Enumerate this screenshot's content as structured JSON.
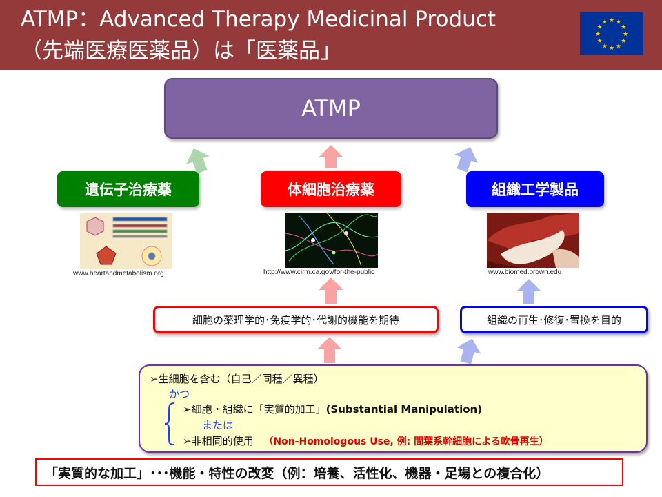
{
  "header": {
    "title_line1": "ATMP：Advanced Therapy Medicinal Product",
    "title_line2": "（先端医療医薬品）は「医薬品」",
    "flag": {
      "icon": "eu-flag-icon",
      "background": "#003399",
      "star_color": "#ffcc00"
    }
  },
  "top_box": {
    "label": "ATMP",
    "color": "#8064a2"
  },
  "categories": [
    {
      "label": "遺伝子治療薬",
      "color": "#008000",
      "credit": "www.heartandmetabolism.org"
    },
    {
      "label": "体細胞治療薬",
      "color": "#ff0000",
      "credit": "http://www.cirm.ca.gov/for-the-public"
    },
    {
      "label": "組織工学製品",
      "color": "#0000ff",
      "credit": "www.biomed.brown.edu"
    }
  ],
  "descriptions": {
    "somatic": "細胞の薬理学的･免疫学的･代謝的機能を期待",
    "tissue": "組織の再生･修復･置換を目的"
  },
  "conditions": {
    "line1": "➢生細胞を含む（自己／同種／異種）",
    "and": "かつ",
    "line2_a": "➢細胞・組織に「実質的加工」",
    "line2_b": "(Substantial Manipulation)",
    "or": "または",
    "line3": "➢非相同的使用",
    "line3_note": "（Non-Homologous Use, 例: 間葉系幹細胞による軟骨再生）"
  },
  "footer": "「実質的な加工」･･･機能・特性の改変（例：培養、活性化、機器・足場との複合化）"
}
